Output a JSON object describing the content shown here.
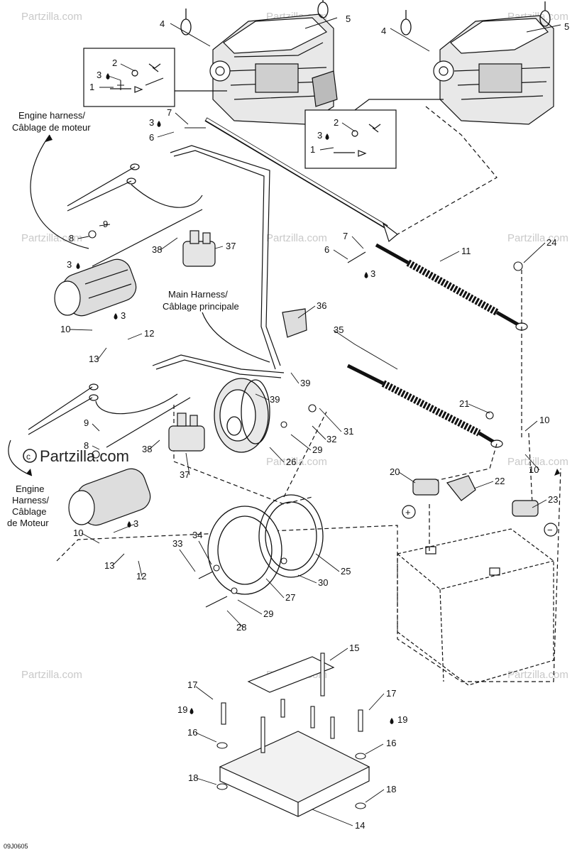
{
  "drawing_code": "09J0605",
  "watermark": "Partzilla.com",
  "watermark_main": "Partzilla.com",
  "annotations": {
    "engine_harness_top": [
      "Engine harness/",
      "Câblage de moteur"
    ],
    "main_harness": [
      "Main Harness/",
      "Câblage principale"
    ],
    "engine_harness_bottom": [
      "Engine",
      "Harness/",
      "Câblage",
      "de Moteur"
    ],
    "plus": "+",
    "minus": "−"
  },
  "callouts": [
    "1",
    "2",
    "3",
    "4",
    "5",
    "6",
    "7",
    "8",
    "9",
    "10",
    "11",
    "12",
    "13",
    "14",
    "15",
    "16",
    "17",
    "18",
    "19",
    "20",
    "21",
    "22",
    "23",
    "24",
    "25",
    "26",
    "27",
    "28",
    "29",
    "30",
    "31",
    "32",
    "33",
    "34",
    "35",
    "36",
    "37",
    "38",
    "39"
  ],
  "icons": [
    "oil-drop-icon",
    "copyright-icon"
  ]
}
